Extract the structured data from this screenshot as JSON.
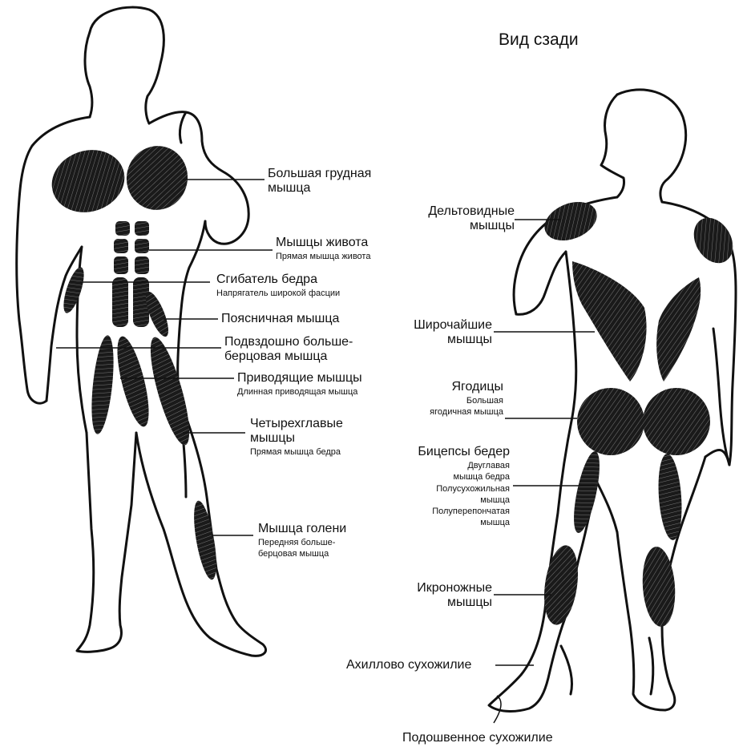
{
  "title": "Вид сзади",
  "front_labels": {
    "pectoral": {
      "main": [
        "Большая грудная",
        "мышца"
      ]
    },
    "abdominal": {
      "main": [
        "Мышцы живота"
      ],
      "sub": [
        "Прямая мышца живота"
      ]
    },
    "hip_flexor": {
      "main": [
        "Сгибатель бедра"
      ],
      "sub": [
        "Напрягатель широкой фасции"
      ]
    },
    "psoas": {
      "main": [
        "Поясничная мышца"
      ]
    },
    "iliotibial": {
      "main": [
        "Подвздошно больше-",
        "берцовая мышца"
      ]
    },
    "adductors": {
      "main": [
        "Приводящие мышцы"
      ],
      "sub": [
        "Длинная приводящая мышца"
      ]
    },
    "quadriceps": {
      "main": [
        "Четырехглавые",
        "мышцы"
      ],
      "sub": [
        "Прямая мышца бедра"
      ]
    },
    "shin": {
      "main": [
        "Мышца голени"
      ],
      "sub": [
        "Передняя больше-",
        "берцовая мышца"
      ]
    }
  },
  "back_labels": {
    "deltoids": {
      "main": [
        "Дельтовидные",
        "мышцы"
      ]
    },
    "lats": {
      "main": [
        "Широчайшие",
        "мышцы"
      ]
    },
    "glutes": {
      "main": [
        "Ягодицы"
      ],
      "sub": [
        "Большая",
        "ягодичная мышца"
      ]
    },
    "hamstrings": {
      "main": [
        "Бицепсы бедер"
      ],
      "sub": [
        "Двуглавая",
        "мышца бедра",
        "Полусухожильная",
        "мышца",
        "Полуперепончатая",
        "мышца"
      ]
    },
    "calves": {
      "main": [
        "Икроножные",
        "мышцы"
      ]
    },
    "achilles": {
      "main": [
        "Ахиллово сухожилие"
      ]
    },
    "plantar": {
      "main": [
        "Подошвенное сухожилие"
      ]
    }
  },
  "colors": {
    "ink": "#111111",
    "muscle": "#1a1a1a",
    "background": "#ffffff"
  }
}
